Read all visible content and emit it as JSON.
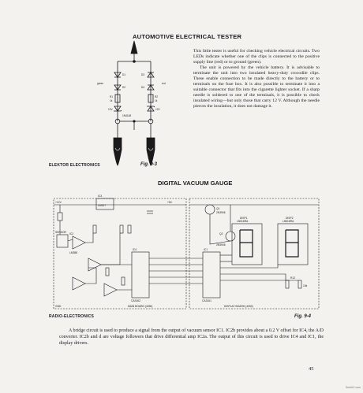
{
  "article1": {
    "title": "AUTOMOTIVE ELECTRICAL TESTER",
    "paragraphs": [
      "This little tester is useful for checking vehicle electrical circuits. Two LEDs indicate whether one of the clips is connected to the positive supply line (red) or to ground (green).",
      "The unit is powered by the vehicle battery. It is advisable to terminate the unit into two insulated heavy-duty crocodile clips. These enable connection to be made directly to the battery or to terminals on the fuse box. It is also possible to terminate it into a suitable connector that fits into the cigarette lighter socket. If a sharp needle is soldered to one of the terminals, it is possible to check insulated wiring—but only those that carry 12 V. Although the needle pierces the insulation, it does not damage it."
    ],
    "credit": "ELEKTOR ELECTRONICS",
    "fig_label": "Fig. 9-3",
    "schematic_labels": {
      "green": "green",
      "red": "red",
      "d1": "D1",
      "d2": "D2",
      "d3": "D3",
      "d4": "D4",
      "r1": "R1",
      "r2": "R2",
      "r1v": "1k",
      "r2v": "1k",
      "zener1": "12V",
      "zener2": "12V",
      "d2n": "1N4148"
    }
  },
  "article2": {
    "title": "DIGITAL VACUUM GAUGE",
    "credit": "RADIO-ELECTRONICS",
    "fig_label": "Fig. 9-4",
    "schematic_labels": {
      "ic2": "IC2",
      "ic2p": "LM358",
      "ic4": "IC4",
      "ic4p": "CA3162",
      "ic1": "IC1",
      "ic1p": "CA3161",
      "ic3": "IC3",
      "ic3p": "LM317",
      "disp1": "DISP1",
      "disp2": "DISP2",
      "dispn": "LN516RA",
      "main_board": "MAIN BOARD (4050)",
      "display_board": "DISPLAY BOARD (4050)",
      "plus12": "+12V",
      "v5": "+5V",
      "gnd": "GND",
      "sensor": "SENSOR",
      "q1": "Q1",
      "q1p": "2N3906",
      "q2": "Q2",
      "q2p": "2N3906",
      "r12": "R12",
      "r12v": "10k"
    },
    "caption": "A bridge circuit is used to produce a signal from the output of vacuum sensor IC1. IC2b provides about a 0.2 V offset for IC4, the A/D converter. IC2b and d are voltage followers that drive differential amp IC2a. The output of this circuit is used to drive IC4 and IC1, the display drivers."
  },
  "page_number": "45",
  "watermark": "SeekIC.com",
  "colors": {
    "paper": "#f4f2ee",
    "ink": "#1a1a1a"
  }
}
